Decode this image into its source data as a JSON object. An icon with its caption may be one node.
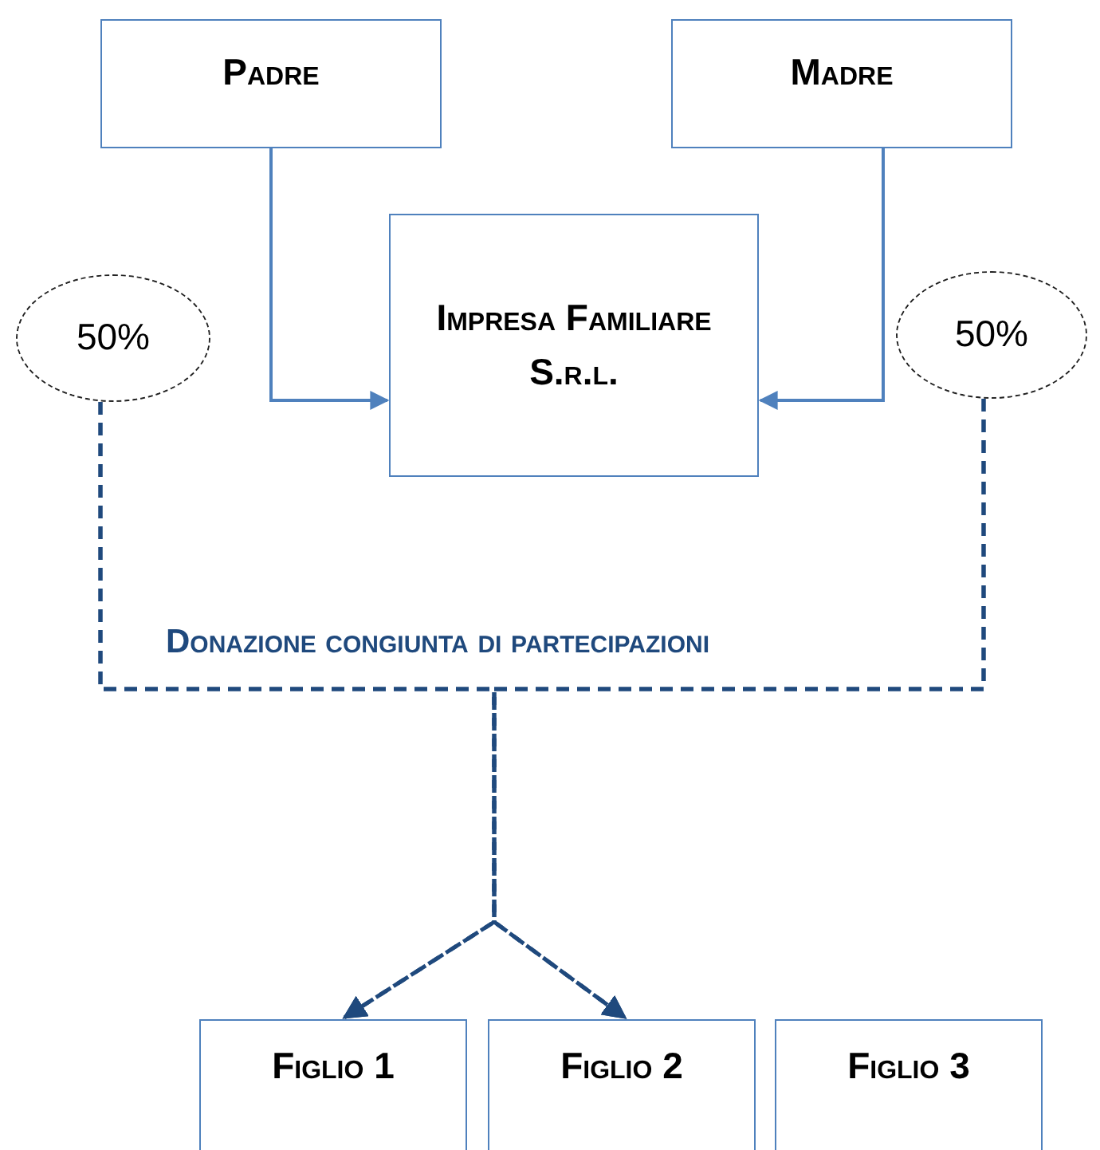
{
  "diagram": {
    "nodes": [
      {
        "text": [
          "Padre"
        ]
      },
      {
        "text": [
          "Madre"
        ]
      },
      {
        "text": [
          "Impresa Familiare S.r.l."
        ]
      },
      {
        "text": [
          "50%"
        ]
      },
      {
        "text": [
          "50%"
        ]
      },
      {
        "text": [
          "Figlio 1"
        ]
      },
      {
        "text": [
          "Figlio 2"
        ]
      },
      {
        "text": [
          "Figlio 3"
        ]
      }
    ],
    "edges": [
      {
        "from": 0,
        "to": 2,
        "arrow": "to"
      },
      {
        "from": 1,
        "to": 2,
        "arrow": "to"
      },
      {
        "from": 3,
        "to": 5,
        "arrow": "to",
        "style": "dashed",
        "color": "#1f497d"
      },
      {
        "from": 3,
        "to": 6,
        "arrow": "to",
        "style": "dashed",
        "color": "#1f497d"
      },
      {
        "from": 4,
        "to": 5,
        "arrow": "to",
        "style": "dashed",
        "color": "#1f497d"
      },
      {
        "from": 4,
        "to": 6,
        "arrow": "to",
        "style": "dashed",
        "color": "#1f497d"
      }
    ],
    "labels": [
      "Donazione congiunta di partecipazioni"
    ]
  }
}
